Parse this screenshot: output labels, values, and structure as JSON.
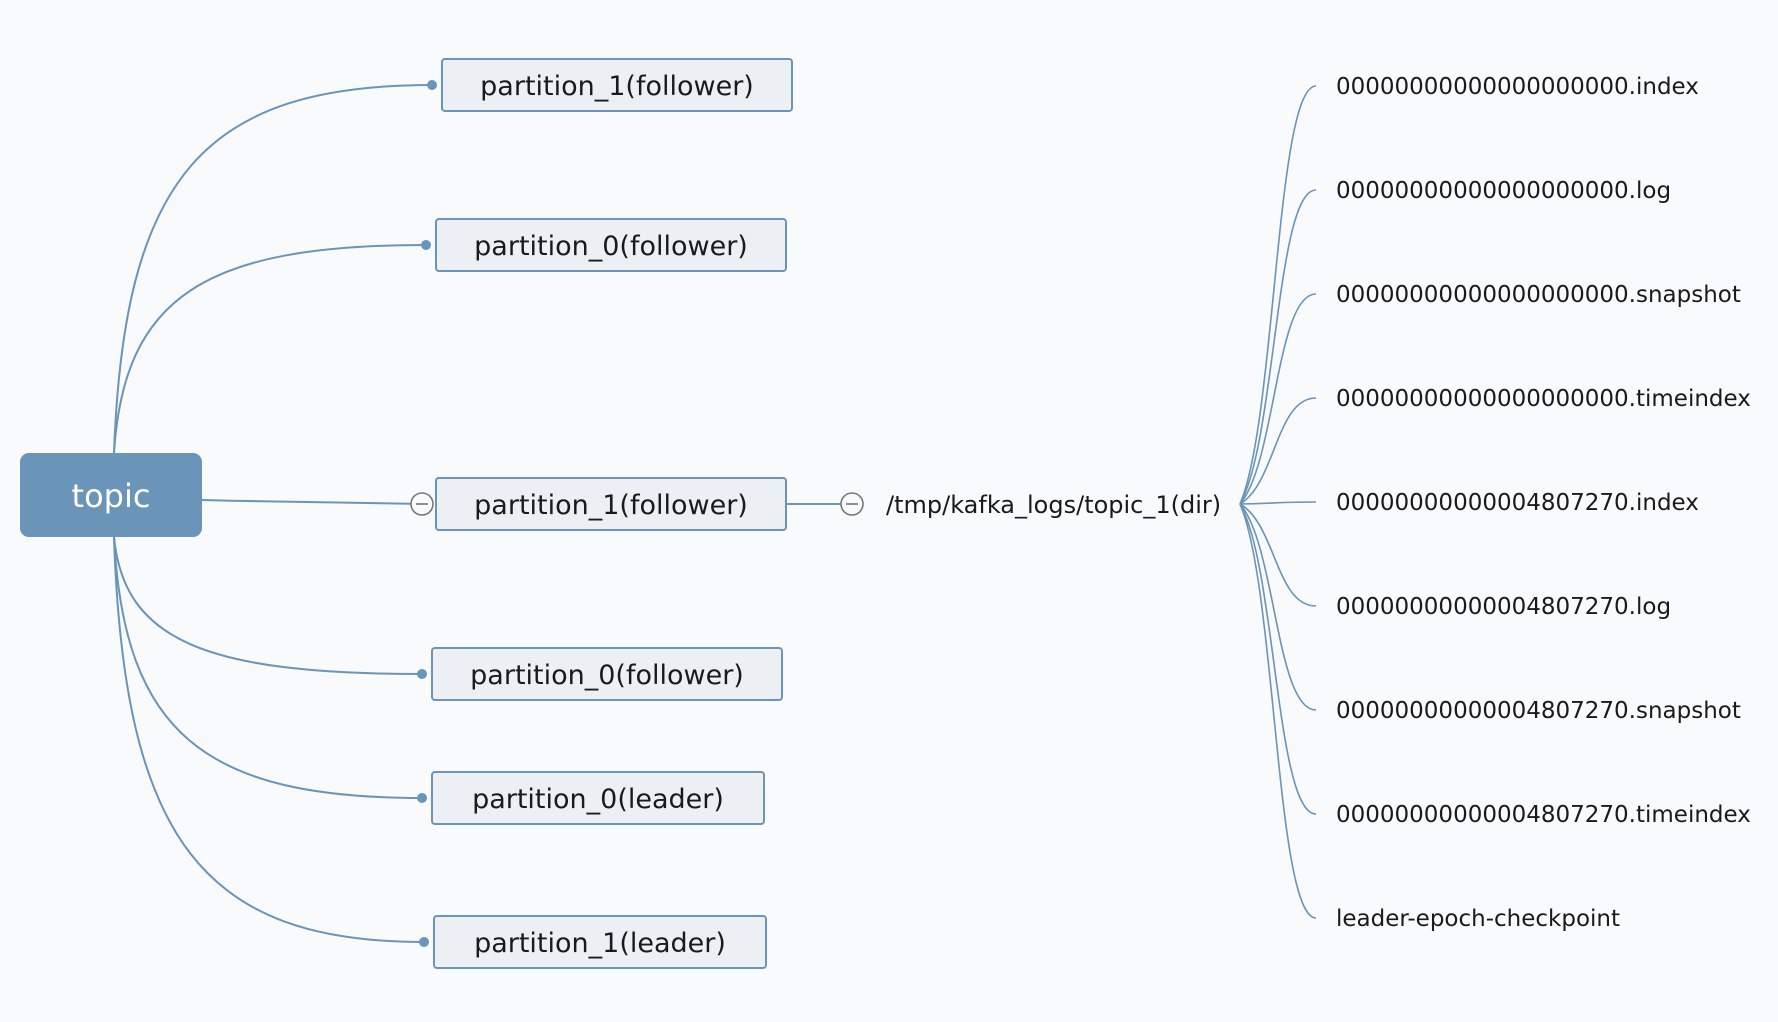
{
  "diagram": {
    "type": "mind-map",
    "colors": {
      "background": "#f9fafb",
      "root_fill": "#6a94b8",
      "root_text": "#ffffff",
      "node_fill": "#ecf0f4",
      "node_border": "#6a94b8",
      "connector": "#6a94b8",
      "collapse_icon": "#777777",
      "text": "#1a1a1a"
    },
    "root": {
      "label": "topic"
    },
    "partitions": [
      {
        "label": "partition_1(follower)",
        "expanded": false
      },
      {
        "label": "partition_0(follower)",
        "expanded": false
      },
      {
        "label": "partition_1(follower)",
        "expanded": true
      },
      {
        "label": "partition_0(follower)",
        "expanded": false
      },
      {
        "label": "partition_0(leader)",
        "expanded": false
      },
      {
        "label": "partition_1(leader)",
        "expanded": false
      }
    ],
    "directory": {
      "label": "/tmp/kafka_logs/topic_1(dir)",
      "expanded": true
    },
    "files": [
      "00000000000000000000.index",
      "00000000000000000000.log",
      "00000000000000000000.snapshot",
      "00000000000000000000.timeindex",
      "00000000000004807270.index",
      "00000000000004807270.log",
      "00000000000004807270.snapshot",
      "00000000000004807270.timeindex",
      "leader-epoch-checkpoint"
    ]
  }
}
